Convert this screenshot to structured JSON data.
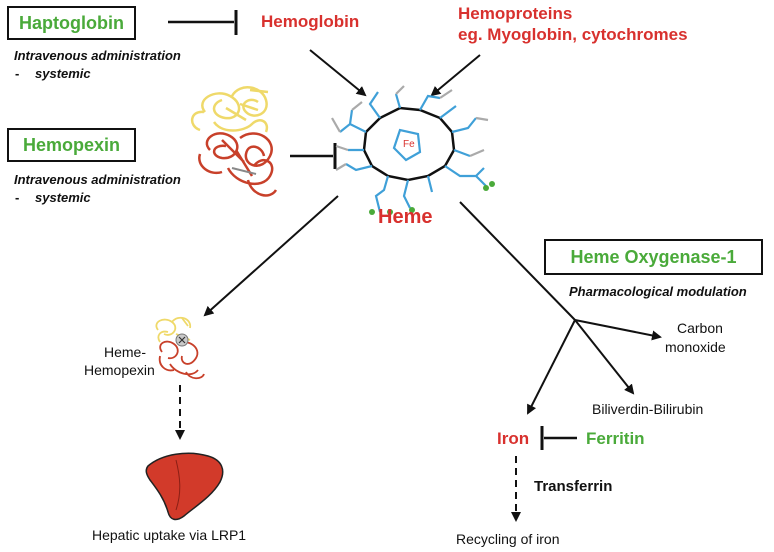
{
  "colors": {
    "red": "#d8312e",
    "green": "#4aaa3a",
    "ring_blue": "#3fa0d8",
    "ring_gray": "#aaaaaa",
    "protein_yellow": "#efd96a",
    "protein_red": "#c8402a",
    "liver": "#d23a2a"
  },
  "inhibitors": {
    "haptoglobin": {
      "label": "Haptoglobin",
      "route_line1": "Intravenous administration",
      "route_dash": "-",
      "route_line2": "systemic"
    },
    "hemopexin": {
      "label": "Hemopexin",
      "route_line1": "Intravenous administration",
      "route_dash": "-",
      "route_line2": "systemic"
    },
    "ho1": {
      "label": "Heme Oxygenase-1",
      "route": "Pharmacological modulation"
    },
    "ferritin": {
      "label": "Ferritin"
    }
  },
  "sources": {
    "hemoglobin": "Hemoglobin",
    "hemoproteins_line1": "Hemoproteins",
    "hemoproteins_line2": "eg. Myoglobin, cytochromes"
  },
  "heme": {
    "label": "Heme",
    "fe_label": "Fe"
  },
  "products": {
    "heme_hemopexin_line1": "Heme-",
    "heme_hemopexin_line2": "Hemopexin",
    "hepatic": "Hepatic uptake via LRP1",
    "co_line1": "Carbon",
    "co_line2": "monoxide",
    "biliverdin": "Biliverdin-Bilirubin",
    "iron": "Iron",
    "transferrin": "Transferrin",
    "recycling": "Recycling of iron"
  },
  "icons": [
    "hemopexin-protein-icon",
    "heme-porphyrin-icon",
    "heme-hemopexin-complex-icon",
    "liver-icon"
  ]
}
